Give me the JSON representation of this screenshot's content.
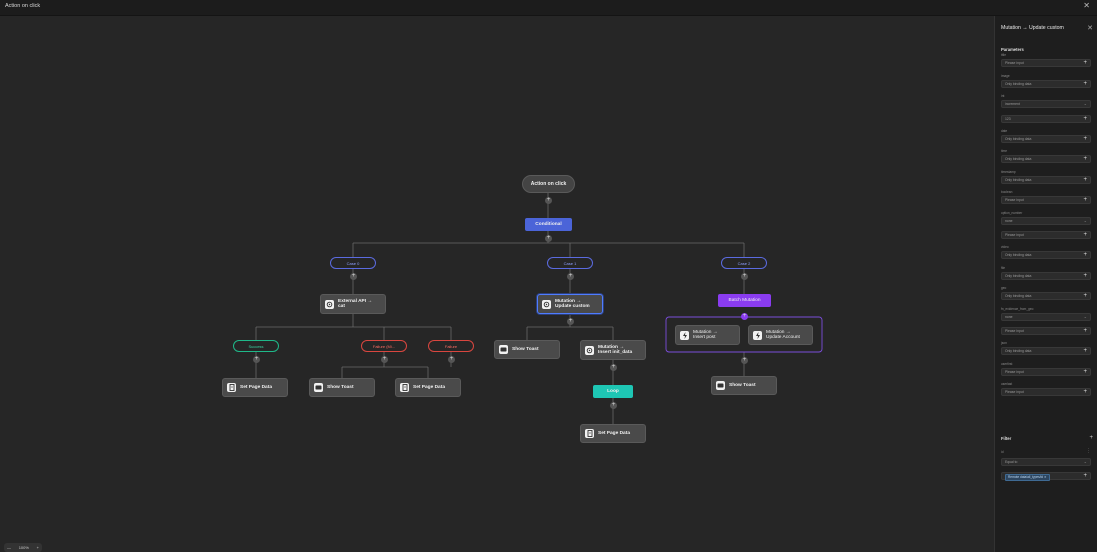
{
  "header": {
    "title": "Action on click"
  },
  "flow": {
    "root": "Action on click",
    "conditional": "Conditional",
    "cases": [
      "Case 0",
      "Case 1",
      "Case 2"
    ],
    "external_api": {
      "line1": "External API →",
      "line2": "cat"
    },
    "branches": {
      "success": "Success",
      "failure_mid": "Failure (Mi...",
      "failure": "Failure"
    },
    "set_page_data": "Set Page Data",
    "show_toast": "Show Toast",
    "mutation_update": {
      "line1": "Mutation →",
      "line2": "Update custom"
    },
    "mutation_insert_init": {
      "line1": "Mutation →",
      "line2": "Insert init_data"
    },
    "loop": "Loop",
    "batch_mutation": "Batch Mutation",
    "batch_items": [
      {
        "line1": "Mutation →",
        "line2": "Insert post"
      },
      {
        "line1": "Mutation →",
        "line2": "Update Account"
      }
    ]
  },
  "panel": {
    "title": "Mutation → Update custom",
    "parameters_label": "Parameters",
    "fields": [
      {
        "label": "title",
        "value": "Please input",
        "kind": "add"
      },
      {
        "label": "image",
        "value": "Only binding data",
        "kind": "add"
      },
      {
        "label": "int",
        "value": "increment",
        "kind": "select"
      },
      {
        "label": "",
        "value": "123",
        "kind": "add"
      },
      {
        "label": "date",
        "value": "Only binding data",
        "kind": "add"
      },
      {
        "label": "time",
        "value": "Only binding data",
        "kind": "add"
      },
      {
        "label": "timestamp",
        "value": "Only binding data",
        "kind": "add"
      },
      {
        "label": "boolean",
        "value": "Please input",
        "kind": "add"
      },
      {
        "label": "option_number",
        "value": "none",
        "kind": "select"
      },
      {
        "label": "",
        "value": "Please input",
        "kind": "add"
      },
      {
        "label": "video",
        "value": "Only binding data",
        "kind": "add"
      },
      {
        "label": "file",
        "value": "Only binding data",
        "kind": "add"
      },
      {
        "label": "geo",
        "value": "Only binding data",
        "kind": "add"
      },
      {
        "label": "fn_evidence_from_geo",
        "value": "none",
        "kind": "select"
      },
      {
        "label": "",
        "value": "Please input",
        "kind": "add"
      },
      {
        "label": "json",
        "value": "Only binding data",
        "kind": "add"
      },
      {
        "label": "userfirst",
        "value": "Please input",
        "kind": "add"
      },
      {
        "label": "userlast",
        "value": "Please input",
        "kind": "add"
      }
    ],
    "filter_label": "Filter",
    "filter_field_label": "id",
    "filter_operator": "Equal to",
    "filter_value": "Remote data/all_types/id"
  },
  "zoom": {
    "minus": "—",
    "level": "100%",
    "plus": "+"
  }
}
